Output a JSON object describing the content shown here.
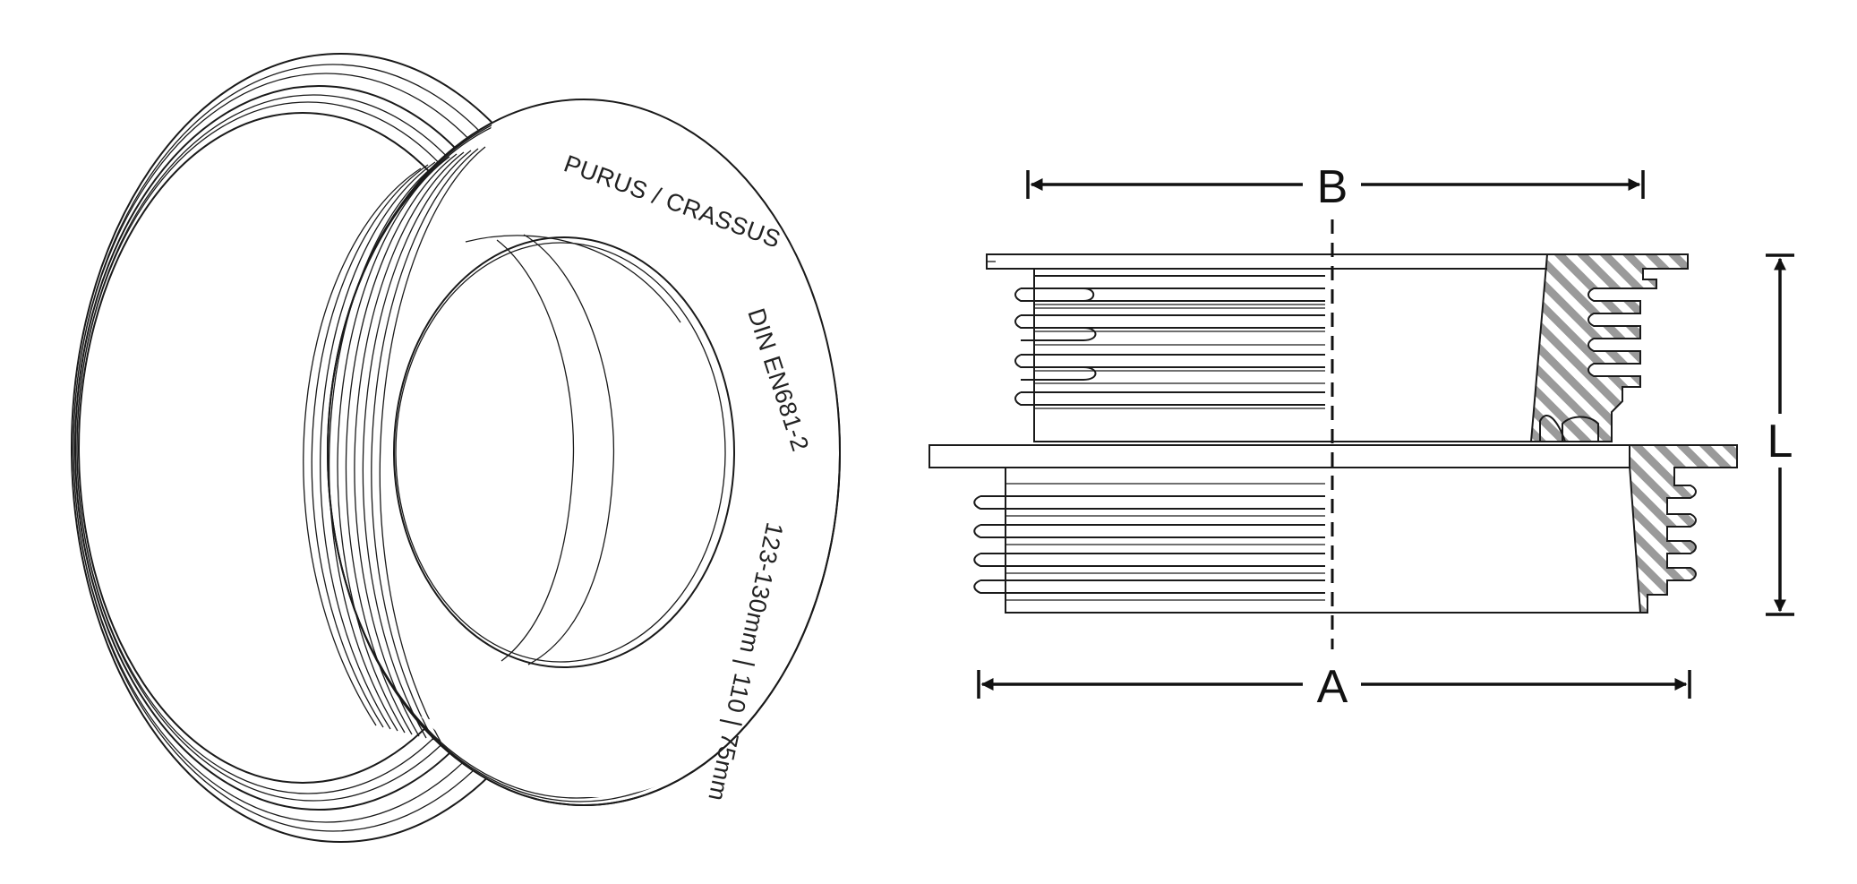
{
  "engraving": {
    "line1": "PURUS / CRASSUS",
    "line2": "DIN EN681-2",
    "line3": "123-130mm | 110 | 75mm"
  },
  "dimensions": {
    "top_width_label": "B",
    "bottom_width_label": "A",
    "height_label": "L"
  },
  "colors": {
    "line": "#1a1a1a",
    "hatch": "#9a9a9a",
    "background": "#ffffff"
  }
}
